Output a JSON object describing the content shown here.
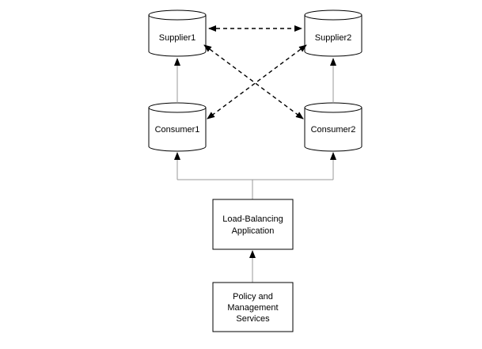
{
  "colors": {
    "line": "#000000",
    "connector": "#999999",
    "background": "#ffffff"
  },
  "nodes": {
    "supplier1": "Supplier1",
    "supplier2": "Supplier2",
    "consumer1": "Consumer1",
    "consumer2": "Consumer2",
    "load_balancer": [
      "Load-Balancing",
      "Application"
    ],
    "policy": [
      "Policy and",
      "Management",
      "Services"
    ]
  }
}
